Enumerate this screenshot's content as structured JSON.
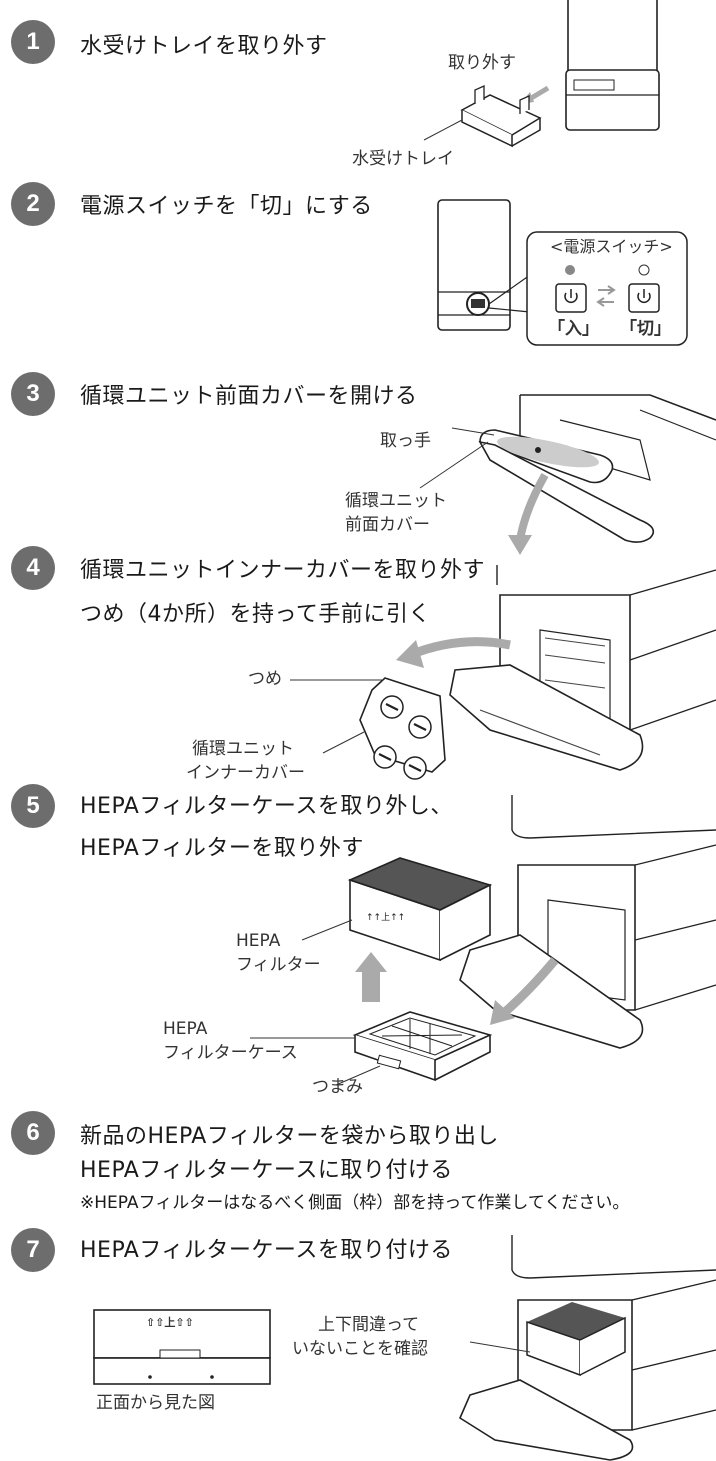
{
  "steps": [
    {
      "number": "1",
      "title": "水受けトレイを取り外す"
    },
    {
      "number": "2",
      "title": "電源スイッチを「切」にする"
    },
    {
      "number": "3",
      "title": "循環ユニット前面カバーを開ける"
    },
    {
      "number": "4",
      "title": "循環ユニットインナーカバーを取り外す",
      "subtitle": "つめ（4か所）を持って手前に引く"
    },
    {
      "number": "5",
      "title": "HEPAフィルターケースを取り外し、",
      "subtitle": "HEPAフィルターを取り外す"
    },
    {
      "number": "6",
      "title": "新品のHEPAフィルターを袋から取り出し",
      "subtitle": "HEPAフィルターケースに取り付ける",
      "note": "※HEPAフィルターはなるべく側面（枠）部を持って作業してください。"
    },
    {
      "number": "7",
      "title": "HEPAフィルターケースを取り付ける"
    }
  ],
  "labels": {
    "remove": "取り外す",
    "water_tray": "水受けトレイ",
    "power_switch_title": "<電源スイッチ>",
    "on": "「入」",
    "off": "「切」",
    "handle": "取っ手",
    "front_cover_1": "循環ユニット",
    "front_cover_2": "前面カバー",
    "claw": "つめ",
    "inner_cover_1": "循環ユニット",
    "inner_cover_2": "インナーカバー",
    "hepa_1": "HEPA",
    "hepa_2": "フィルター",
    "hepa_case_1": "HEPA",
    "hepa_case_2": "フィルターケース",
    "knob": "つまみ",
    "updown_1": "上下間違って",
    "updown_2": "いないことを確認",
    "front_view": "正面から見た図",
    "top_mark": "⇧⇧上⇧⇧"
  }
}
